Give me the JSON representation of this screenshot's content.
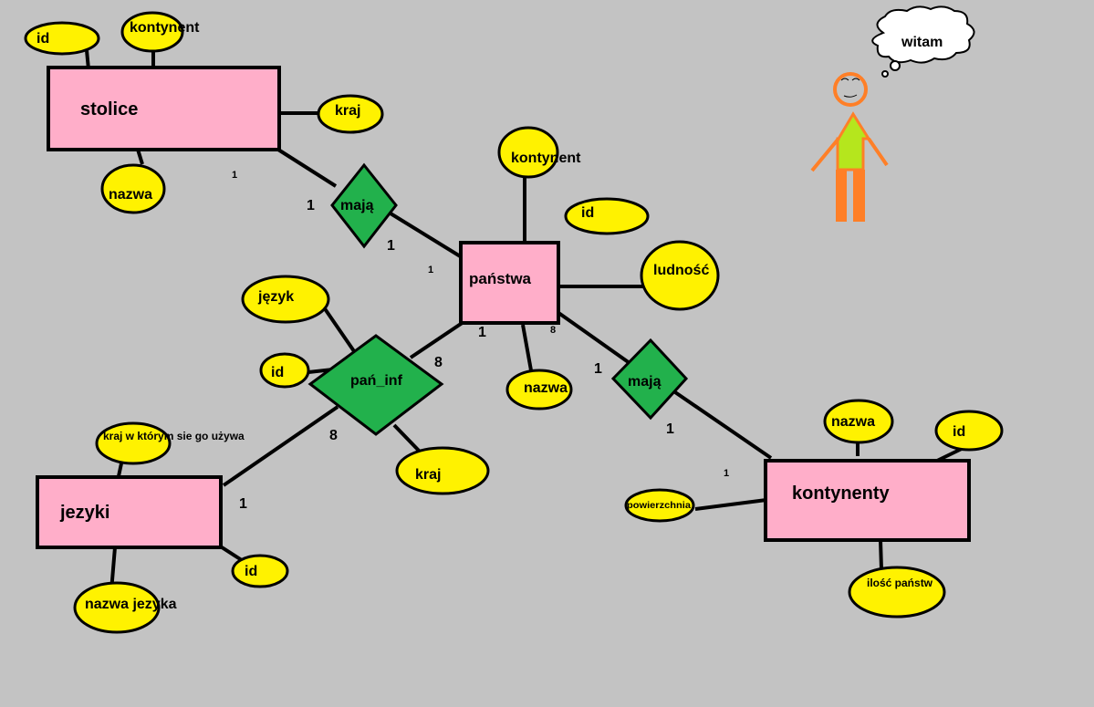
{
  "entities": {
    "stolice": "stolice",
    "panstwa": "państwa",
    "jezyki": "jezyki",
    "kontynenty": "kontynenty"
  },
  "relations": {
    "maja_top": "mają",
    "pan_inf": "pań_inf",
    "maja_right": "mają"
  },
  "attributes": {
    "stolice_id": "id",
    "stolice_kontynent": "kontynent",
    "stolice_kraj": "kraj",
    "stolice_nazwa": "nazwa",
    "panstwa_kontynent": "kontynent",
    "panstwa_id": "id",
    "panstwa_ludnosc": "ludność",
    "panstwa_nazwa": "nazwa",
    "paninf_jezyk": "język",
    "paninf_id": "id",
    "paninf_kraj": "kraj",
    "jezyki_kraj": "kraj w którym sie go używa",
    "jezyki_id": "id",
    "jezyki_nazwa": "nazwa jezyka",
    "kont_nazwa": "nazwa",
    "kont_id": "id",
    "kont_powierzchnia": "powierzchnia",
    "kont_ilosc": "ilość państw"
  },
  "cardinalities": {
    "c1": "1",
    "c2": "1",
    "c3": "1",
    "c4": "1",
    "c5": "8",
    "c6": "1",
    "c7": "8",
    "c8": "8",
    "c9": "1",
    "c10": "1",
    "c11": "1",
    "c12": "1"
  },
  "speech_bubble": "witam"
}
